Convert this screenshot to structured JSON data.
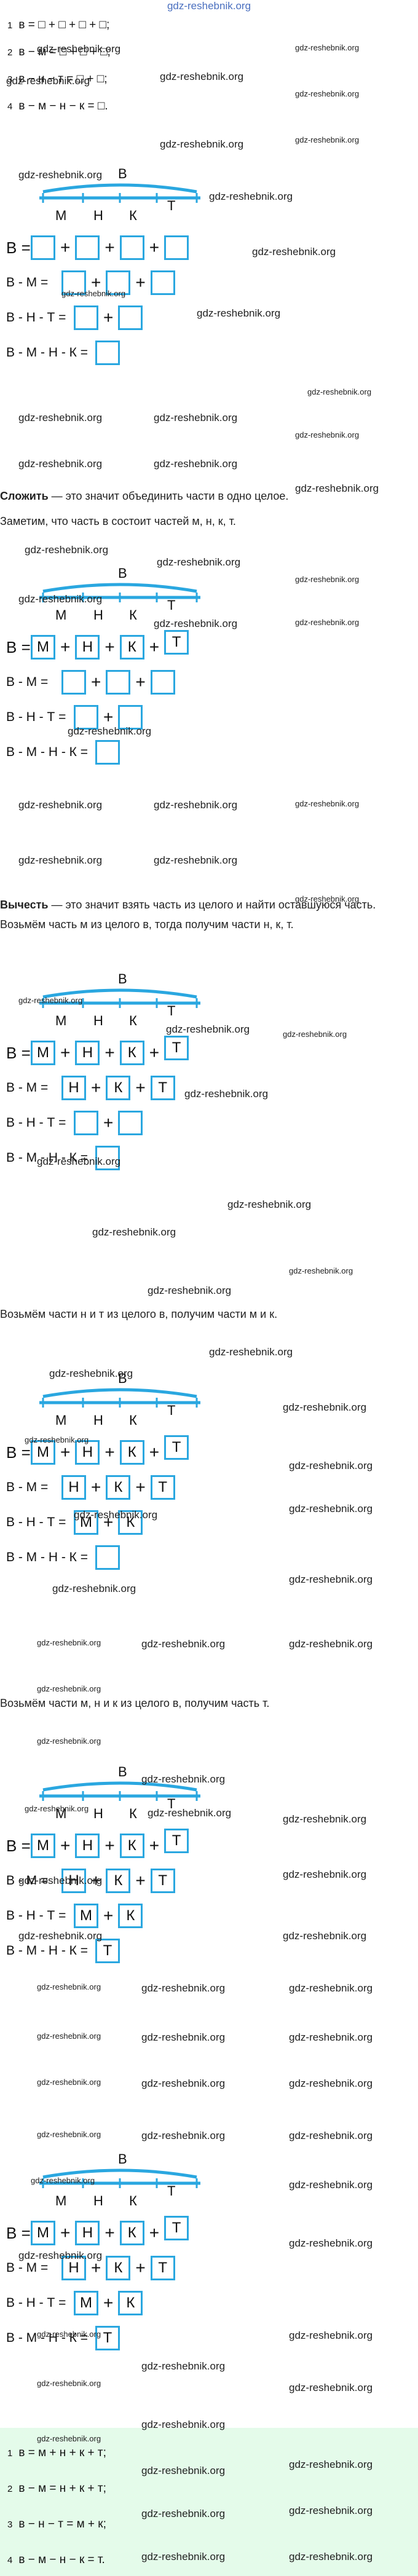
{
  "site": "gdz-reshebnik.org",
  "watermark": "gdz-reshebnik.org",
  "task": [
    {
      "n": "1",
      "text": "в = □ + □ + □ + □;"
    },
    {
      "n": "2",
      "text": "в − м = □ + □ + □;"
    },
    {
      "n": "3",
      "text": "в − н − т = □ + □;"
    },
    {
      "n": "4",
      "text": "в − м − н − к = □."
    }
  ],
  "letters": {
    "whole": "В",
    "m": "М",
    "n": "Н",
    "k": "К",
    "t": "Т"
  },
  "rows": {
    "r1": "В =",
    "r2": "В - М =",
    "r3": "В - Н - Т =",
    "r4": "В - М - Н - К ="
  },
  "plus": "+",
  "texts": {
    "add_term": "Сложить",
    "add_def": " — это значит объединить части в одно целое.",
    "notice": "Заметим, что часть в состоит частей м, н, к, т.",
    "sub_term": "Вычесть",
    "sub_def": " — это значит взять часть из целого и найти оставшуюся часть.",
    "remove_m": "Возьмём часть м из целого в, тогда получим части н, к, т.",
    "remove_nt": "Возьмём части н и т из целого в, получим части м и к.",
    "remove_mnk": "Возьмём части м, н и к из целого в, получим часть т."
  },
  "answers": [
    {
      "n": "1",
      "text": "в = м + н + к + т;"
    },
    {
      "n": "2",
      "text": "в − м = н + к + т;"
    },
    {
      "n": "3",
      "text": "в − н − т = м + к;"
    },
    {
      "n": "4",
      "text": "в − м − н − к = т."
    }
  ],
  "colors": {
    "accent": "#2aa7e0",
    "answer_bg": "#e4fbea"
  }
}
